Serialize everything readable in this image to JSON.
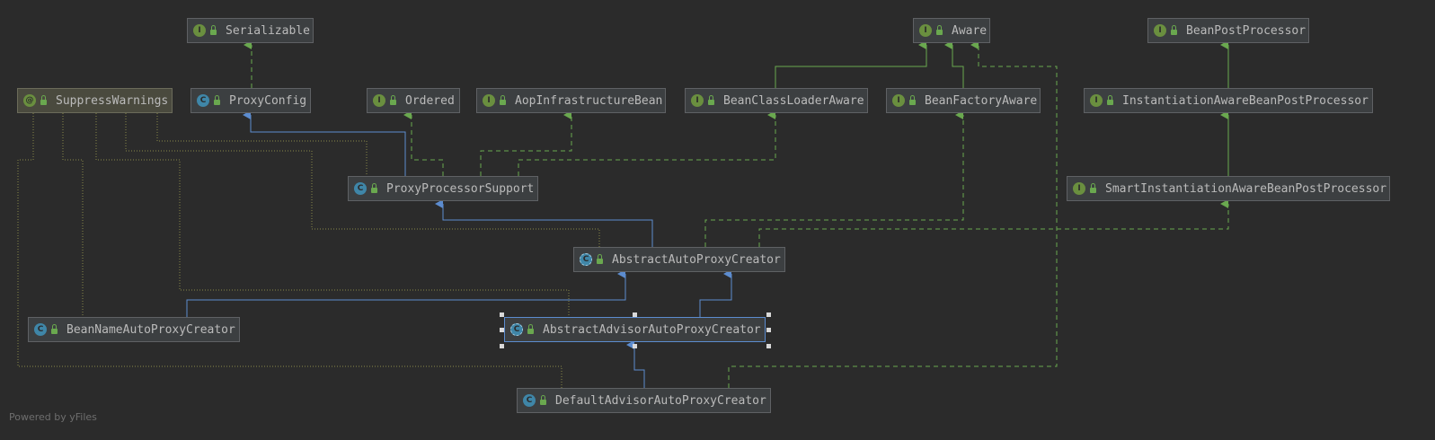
{
  "nodes": {
    "serializable": {
      "name": "Serializable",
      "kind": "I"
    },
    "aware": {
      "name": "Aware",
      "kind": "I"
    },
    "bean_post_processor": {
      "name": "BeanPostProcessor",
      "kind": "I"
    },
    "suppress_warnings": {
      "name": "SuppressWarnings",
      "kind": "@"
    },
    "proxy_config": {
      "name": "ProxyConfig",
      "kind": "C"
    },
    "ordered": {
      "name": "Ordered",
      "kind": "I"
    },
    "aop_infrastructure_bean": {
      "name": "AopInfrastructureBean",
      "kind": "I"
    },
    "bean_class_loader_aware": {
      "name": "BeanClassLoaderAware",
      "kind": "I"
    },
    "bean_factory_aware": {
      "name": "BeanFactoryAware",
      "kind": "I"
    },
    "instantiation_aware": {
      "name": "InstantiationAwareBeanPostProcessor",
      "kind": "I"
    },
    "proxy_processor_support": {
      "name": "ProxyProcessorSupport",
      "kind": "C"
    },
    "smart_instantiation_aware": {
      "name": "SmartInstantiationAwareBeanPostProcessor",
      "kind": "I"
    },
    "abstract_auto_proxy_creator": {
      "name": "AbstractAutoProxyCreator",
      "kind": "C"
    },
    "bean_name_auto_proxy_creator": {
      "name": "BeanNameAutoProxyCreator",
      "kind": "C"
    },
    "abstract_advisor_auto_proxy_creator": {
      "name": "AbstractAdvisorAutoProxyCreator",
      "kind": "C"
    },
    "default_advisor_auto_proxy_creator": {
      "name": "DefaultAdvisorAutoProxyCreator",
      "kind": "C"
    }
  },
  "footer": "Powered by yFiles",
  "colors": {
    "background": "#2b2b2b",
    "extends_edge": "#5c8ccf",
    "implements_edge": "#6aa84f",
    "annotation_edge": "#8a8a4a"
  }
}
